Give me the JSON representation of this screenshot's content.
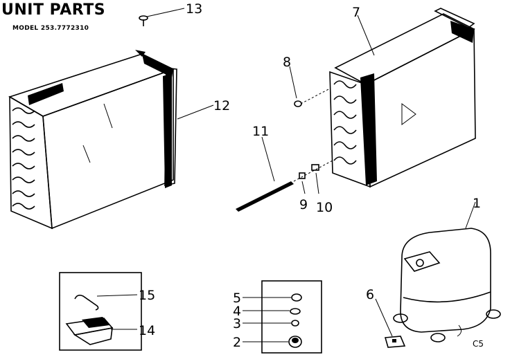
{
  "header": {
    "title": "UNIT PARTS",
    "model": "MODEL 253.7772310"
  },
  "corner_code": "C5",
  "callouts": [
    {
      "id": "c1",
      "label": "1"
    },
    {
      "id": "c2",
      "label": "2"
    },
    {
      "id": "c3",
      "label": "3"
    },
    {
      "id": "c4",
      "label": "4"
    },
    {
      "id": "c5",
      "label": "5"
    },
    {
      "id": "c6",
      "label": "6"
    },
    {
      "id": "c7",
      "label": "7"
    },
    {
      "id": "c8",
      "label": "8"
    },
    {
      "id": "c9",
      "label": "9"
    },
    {
      "id": "c10",
      "label": "10"
    },
    {
      "id": "c11",
      "label": "11"
    },
    {
      "id": "c12",
      "label": "12"
    },
    {
      "id": "c13",
      "label": "13"
    },
    {
      "id": "c14",
      "label": "14"
    },
    {
      "id": "c15",
      "label": "15"
    }
  ]
}
